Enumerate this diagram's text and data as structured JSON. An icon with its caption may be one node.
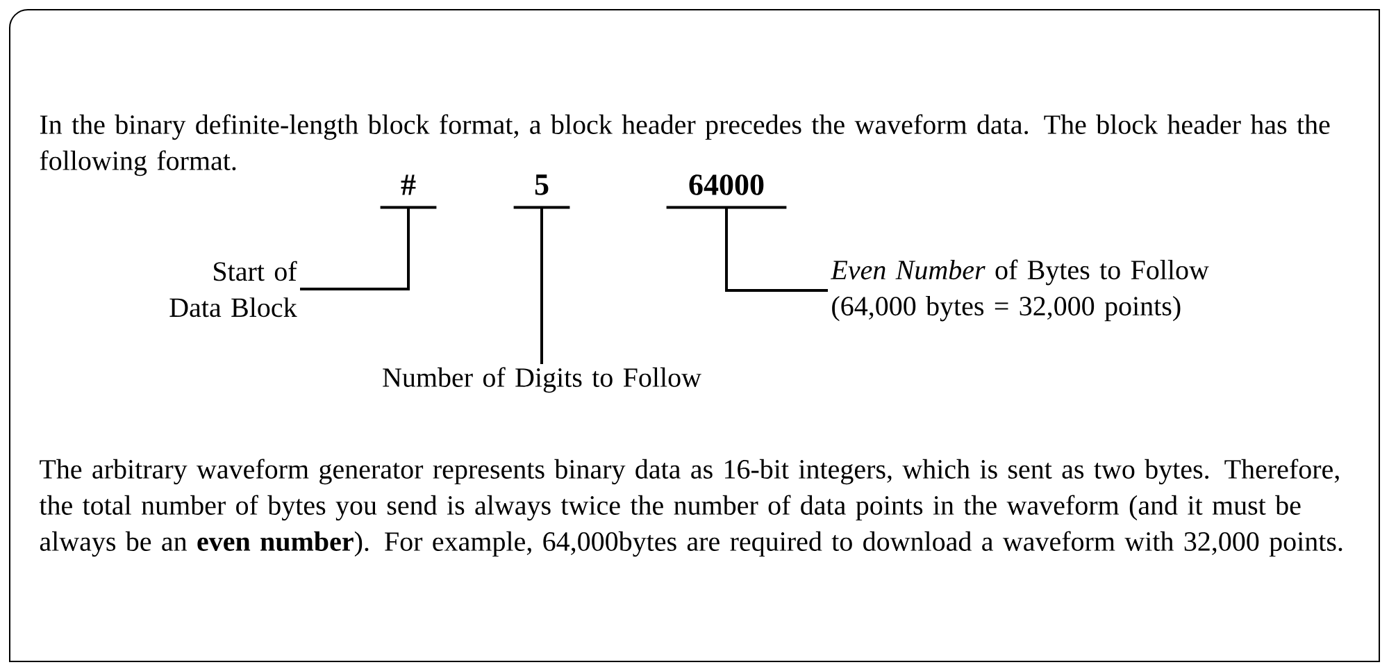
{
  "diagram": {
    "nodes": [
      {
        "text": [
          "#"
        ]
      },
      {
        "text": [
          "5"
        ]
      },
      {
        "text": [
          "64000"
        ]
      },
      {
        "text": [
          "Start of Data Block"
        ]
      },
      {
        "text": [
          "Number of Digits to Follow"
        ]
      },
      {
        "text": [
          "*Even Number* of Bytes to Follow (64,000 bytes = 32,000 points)"
        ]
      }
    ],
    "edges": [
      {
        "from": 3,
        "to": 0,
        "arrow": "none"
      },
      {
        "from": 4,
        "to": 1,
        "arrow": "none"
      },
      {
        "from": 5,
        "to": 2,
        "arrow": "none"
      }
    ],
    "labels": [
      "In the binary definite-length block format, a block header precedes the waveform data. The block header has the following format.",
      "The arbitrary waveform generator represents binary data as 16-bit integers, which is sent as two bytes. Therefore, the total number of bytes you send is always twice the number of data points in the waveform (and it must be always be an **even number**). For example, 64,000bytes are required to download a waveform with 32,000 points."
    ]
  }
}
